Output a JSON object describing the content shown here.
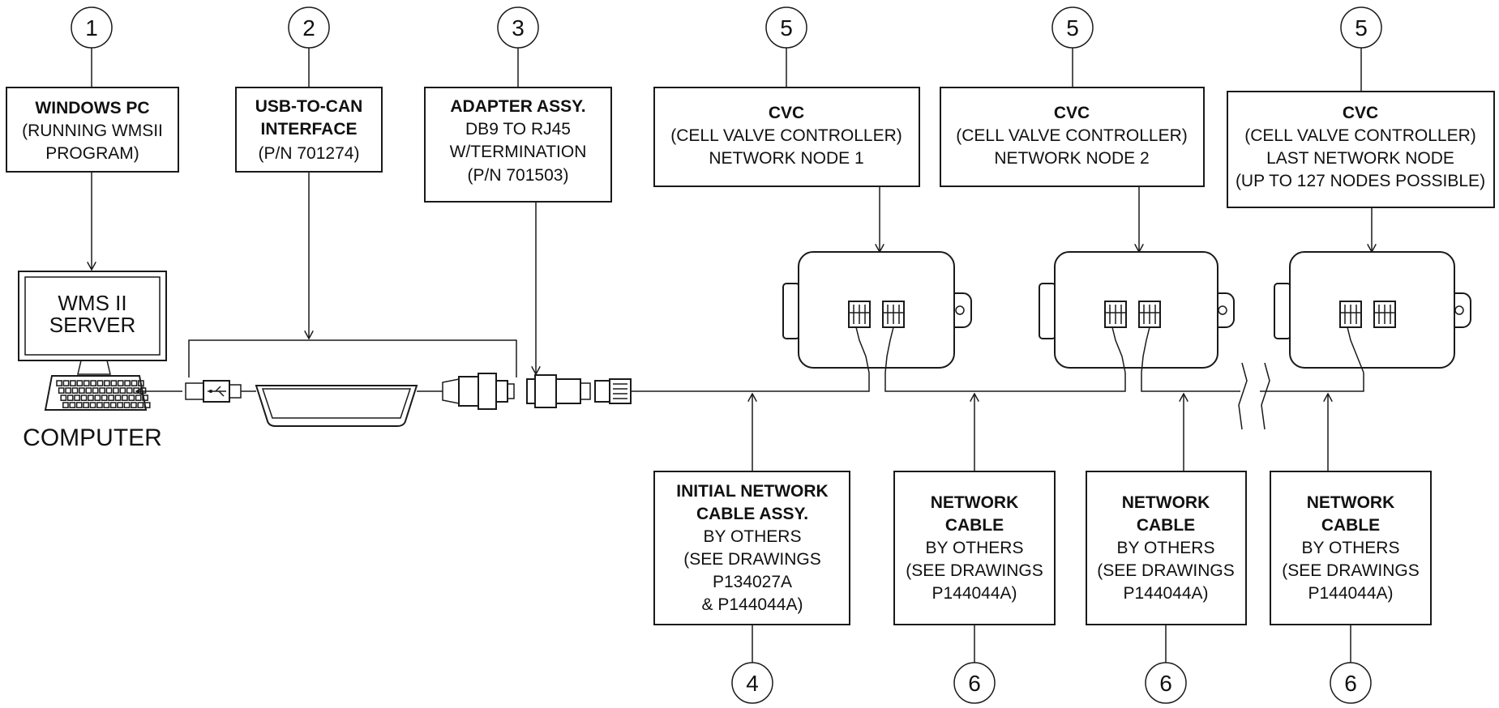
{
  "callouts": {
    "c1": "1",
    "c2": "2",
    "c3": "3",
    "c5a": "5",
    "c5b": "5",
    "c5c": "5",
    "c4": "4",
    "c6a": "6",
    "c6b": "6",
    "c6c": "6"
  },
  "boxes": {
    "pc": {
      "title": "WINDOWS PC",
      "line1": "(RUNNING WMSII",
      "line2": "PROGRAM)"
    },
    "usb": {
      "title1": "USB-TO-CAN",
      "title2": "INTERFACE",
      "line1": "(P/N 701274)"
    },
    "adapter": {
      "title": "ADAPTER ASSY.",
      "line1": "DB9 TO RJ45",
      "line2": "W/TERMINATION",
      "line3": "(P/N 701503)"
    },
    "cvc1": {
      "title": "CVC",
      "line1": "(CELL VALVE CONTROLLER)",
      "line2": "NETWORK NODE 1"
    },
    "cvc2": {
      "title": "CVC",
      "line1": "(CELL VALVE CONTROLLER)",
      "line2": "NETWORK NODE 2"
    },
    "cvc3": {
      "title": "CVC",
      "line1": "(CELL VALVE CONTROLLER)",
      "line2": "LAST NETWORK NODE",
      "line3": "(UP TO 127 NODES POSSIBLE)"
    },
    "initial_cable": {
      "title1": "INITIAL NETWORK",
      "title2": "CABLE ASSY.",
      "line1": "BY OTHERS",
      "line2": "(SEE DRAWINGS",
      "line3": "P134027A",
      "line4": "& P144044A)"
    },
    "net_cable_a": {
      "title1": "NETWORK",
      "title2": "CABLE",
      "line1": "BY OTHERS",
      "line2": "(SEE DRAWINGS",
      "line3": "P144044A)"
    },
    "net_cable_b": {
      "title1": "NETWORK",
      "title2": "CABLE",
      "line1": "BY OTHERS",
      "line2": "(SEE DRAWINGS",
      "line3": "P144044A)"
    },
    "net_cable_c": {
      "title1": "NETWORK",
      "title2": "CABLE",
      "line1": "BY OTHERS",
      "line2": "(SEE DRAWINGS",
      "line3": "P144044A)"
    }
  },
  "computer": {
    "screen_line1": "WMS II",
    "screen_line2": "SERVER",
    "label": "COMPUTER"
  }
}
